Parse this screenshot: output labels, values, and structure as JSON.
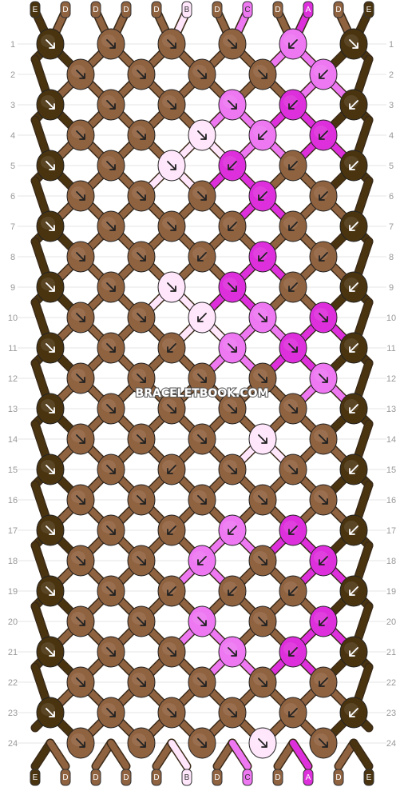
{
  "site_watermark": "BRACELETBOOK.COM",
  "strands": [
    "E",
    "D",
    "D",
    "D",
    "D",
    "B",
    "D",
    "C",
    "D",
    "A",
    "D",
    "E"
  ],
  "row_labels": [
    "1",
    "2",
    "3",
    "4",
    "5",
    "6",
    "7",
    "8",
    "9",
    "10",
    "11",
    "12",
    "13",
    "14",
    "15",
    "16",
    "17",
    "18",
    "19",
    "20",
    "21",
    "22",
    "23",
    "24"
  ],
  "colors": {
    "A": "#dd2fdb",
    "B": "#ffe6fb",
    "C": "#ee77f2",
    "D": "#8f6240",
    "E": "#4a3410"
  },
  "knot_color_rows": [
    "EDDDCE",
    "DDDDCD",
    "EDDCAE",
    "DDBCAD",
    "EDBADE",
    "DDDADD",
    "EDDDDE",
    "DDDADD",
    "EDBADE",
    "DDBCAD",
    "EDDCAE",
    "DDDDCD",
    "EDDDDE",
    "DDDBDD",
    "EDDDDE",
    "DDDDDD",
    "EDDCAE",
    "DDCDAD",
    "EDDDDE",
    "DDCDAD",
    "EDDCAE",
    "DDDDDD",
    "EDDDDE",
    "DDDBDD"
  ],
  "knot_direction_rows": [
    "rrrrlr",
    "rrrrlr",
    "rrrrll",
    "rrrllr",
    "rrrlll",
    "rrrlll",
    "rrrlll",
    "rrlllr",
    "rrrrll",
    "rrlrrl",
    "rrlrrl",
    "rrrrrl",
    "rrrrrl",
    "rrrrrr",
    "rrlrrl",
    "rrrrrr",
    "rrllll",
    "rrlrll",
    "rrllll",
    "rrrrll",
    "rrrrll",
    "rrrrll",
    "rrrrll",
    "rrrrrr"
  ]
}
